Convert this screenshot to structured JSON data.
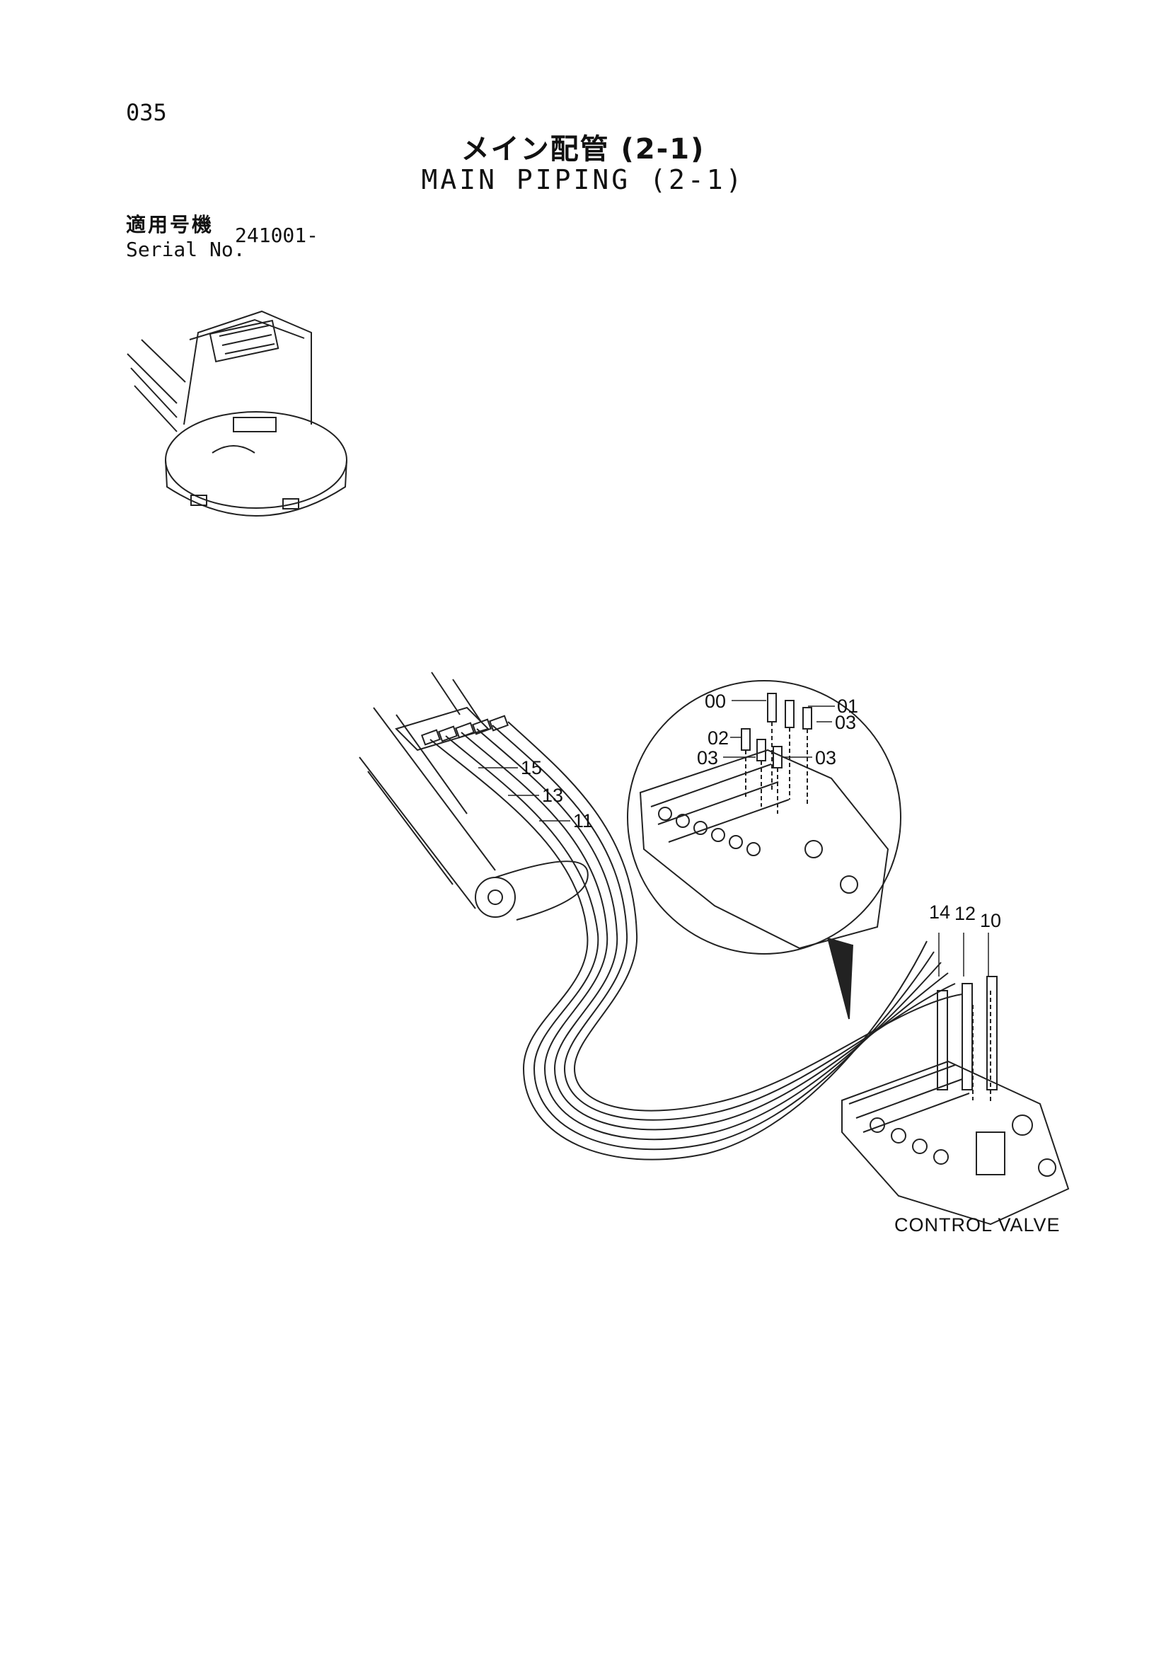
{
  "page_number": "035",
  "title_jp": "メイン配管 (2-1)",
  "title_en": "MAIN PIPING (2-1)",
  "serial": {
    "label_jp": "適用号機",
    "label_en": "Serial No.",
    "value": "241001-"
  },
  "caption": "CONTROL VALVE",
  "callouts": {
    "c00": "00",
    "c01": "01",
    "c02": "02",
    "c03a": "03",
    "c03b": "03",
    "c03c": "03",
    "c15": "15",
    "c13": "13",
    "c11": "11",
    "c14": "14",
    "c12": "12",
    "c10": "10"
  }
}
